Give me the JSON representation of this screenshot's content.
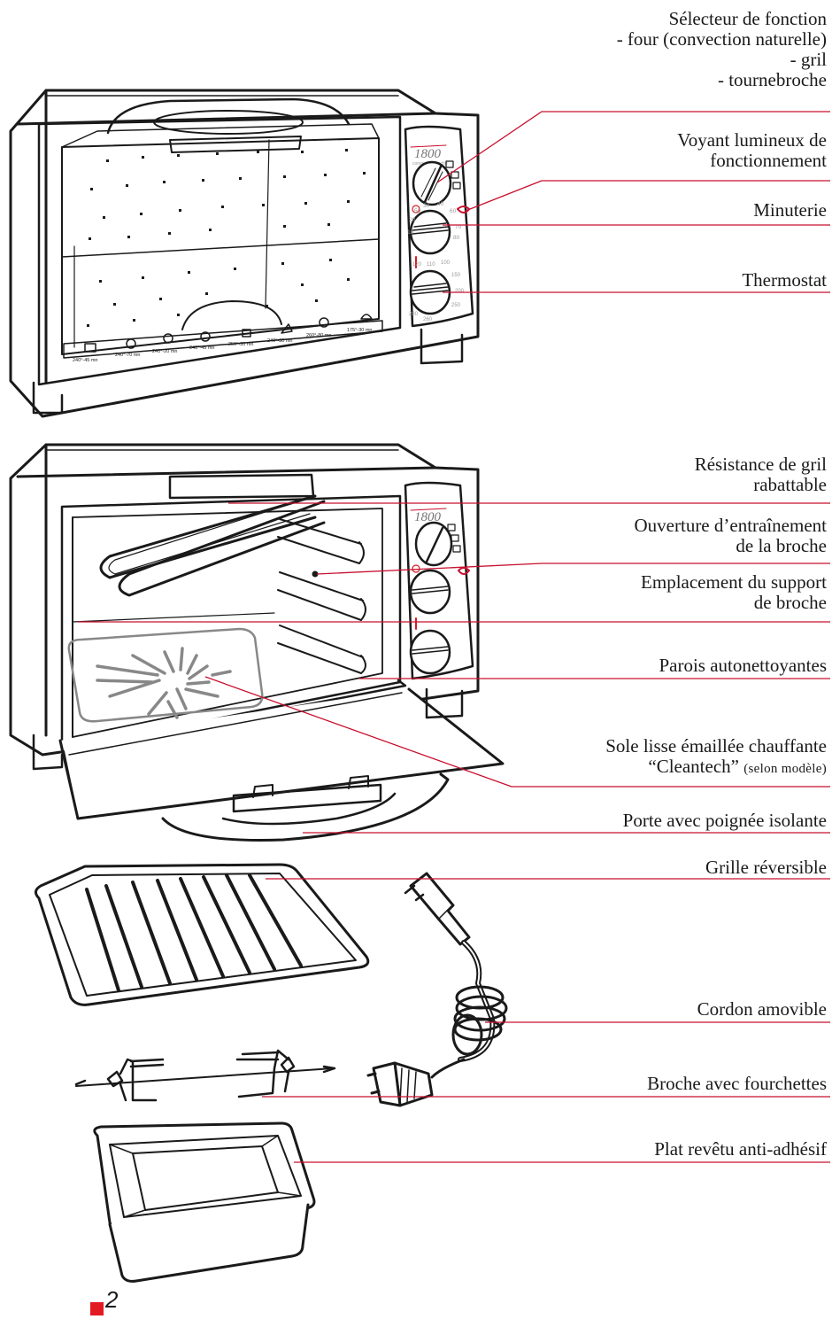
{
  "colors": {
    "leader": "#c8102e",
    "ink": "#1a1a1a",
    "accent": "#d71920"
  },
  "oven_panel": {
    "brand": "1800",
    "sub": "convectionBroche"
  },
  "dial_numbers": {
    "timer": [
      "30",
      "40",
      "50",
      "20",
      "60",
      "10",
      "70",
      "80"
    ],
    "thermo": [
      "120",
      "110",
      "100",
      "150",
      "200",
      "250",
      "260",
      "280"
    ]
  },
  "tray_marks": [
    "240°-45 mn",
    "240°-70 mn",
    "240°-20 mn",
    "240°-45 mn",
    "250°-30 mn",
    "240°-30 mn",
    "260°-80 mn",
    "175°-30 mn"
  ],
  "labels": {
    "selecteur": {
      "l1": "Sélecteur de fonction",
      "l2": "- four (convection naturelle)",
      "l3": "- gril",
      "l4": "- tournebroche"
    },
    "voyant": {
      "l1": "Voyant lumineux de",
      "l2": "fonctionnement"
    },
    "minuterie": "Minuterie",
    "thermostat": "Thermostat",
    "resistance": {
      "l1": "Résistance de gril",
      "l2": "rabattable"
    },
    "ouverture": {
      "l1": "Ouverture d’entraînement",
      "l2": "de la broche"
    },
    "emplacement": {
      "l1": "Emplacement du support",
      "l2": "de broche"
    },
    "parois": "Parois autonettoyantes",
    "sole": {
      "l1": "Sole lisse émaillée chauffante",
      "l2a": "“Cleantech”",
      "l2b": "(selon modèle)"
    },
    "porte": "Porte avec poignée isolante",
    "grille": "Grille réversible",
    "cordon": "Cordon amovible",
    "broche": "Broche avec fourchettes",
    "plat": "Plat revêtu anti-adhésif"
  },
  "page_number": "2"
}
